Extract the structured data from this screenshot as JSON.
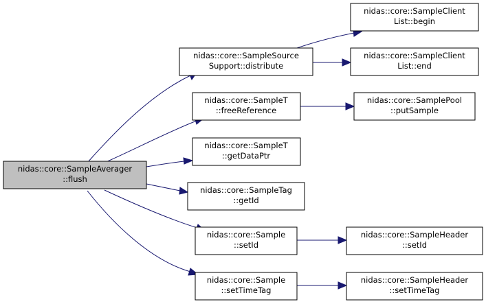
{
  "graph": {
    "nodes": [
      {
        "id": "root",
        "line1": "nidas::core::SampleAverager",
        "line2": "::flush"
      },
      {
        "id": "distribute",
        "line1": "nidas::core::SampleSource",
        "line2": "Support::distribute"
      },
      {
        "id": "freeReference",
        "line1": "nidas::core::SampleT",
        "line2": "::freeReference"
      },
      {
        "id": "getDataPtr",
        "line1": "nidas::core::SampleT",
        "line2": "::getDataPtr"
      },
      {
        "id": "getId",
        "line1": "nidas::core::SampleTag",
        "line2": "::getId"
      },
      {
        "id": "setId",
        "line1": "nidas::core::Sample",
        "line2": "::setId"
      },
      {
        "id": "setTimeTag",
        "line1": "nidas::core::Sample",
        "line2": "::setTimeTag"
      },
      {
        "id": "begin",
        "line1": "nidas::core::SampleClient",
        "line2": "List::begin"
      },
      {
        "id": "end",
        "line1": "nidas::core::SampleClient",
        "line2": "List::end"
      },
      {
        "id": "putSample",
        "line1": "nidas::core::SamplePool",
        "line2": "::putSample"
      },
      {
        "id": "headerSetId",
        "line1": "nidas::core::SampleHeader",
        "line2": "::setId"
      },
      {
        "id": "headerSetTimeTag",
        "line1": "nidas::core::SampleHeader",
        "line2": "::setTimeTag"
      }
    ],
    "edges": [
      {
        "from": "root",
        "to": "distribute"
      },
      {
        "from": "root",
        "to": "freeReference"
      },
      {
        "from": "root",
        "to": "getDataPtr"
      },
      {
        "from": "root",
        "to": "getId"
      },
      {
        "from": "root",
        "to": "setId"
      },
      {
        "from": "root",
        "to": "setTimeTag"
      },
      {
        "from": "distribute",
        "to": "begin"
      },
      {
        "from": "distribute",
        "to": "end"
      },
      {
        "from": "freeReference",
        "to": "putSample"
      },
      {
        "from": "setId",
        "to": "headerSetId"
      },
      {
        "from": "setTimeTag",
        "to": "headerSetTimeTag"
      }
    ],
    "colors": {
      "edge": "#191970",
      "root_fill": "#bfbfbf",
      "node_fill": "#ffffff",
      "node_border": "#000000"
    }
  }
}
